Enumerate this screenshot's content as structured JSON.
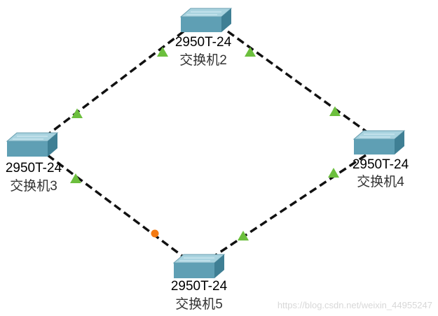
{
  "devices": [
    {
      "id": "s2",
      "model": "2950T-24",
      "name": "交换机2"
    },
    {
      "id": "s3",
      "model": "2950T-24",
      "name": "交换机3"
    },
    {
      "id": "s4",
      "model": "2950T-24",
      "name": "交换机4"
    },
    {
      "id": "s5",
      "model": "2950T-24",
      "name": "交换机5"
    }
  ],
  "links": [
    {
      "from": "s2",
      "to": "s3",
      "status_from": "up",
      "status_to": "up"
    },
    {
      "from": "s2",
      "to": "s4",
      "status_from": "up",
      "status_to": "up"
    },
    {
      "from": "s3",
      "to": "s5",
      "status_from": "up",
      "status_to": "blocking"
    },
    {
      "from": "s4",
      "to": "s5",
      "status_from": "up",
      "status_to": "up"
    }
  ],
  "colors": {
    "link_up": "#6cbf3d",
    "link_blocking": "#f47a12",
    "switch": "#5fa3b8"
  },
  "watermark": "https://blog.csdn.net/weixin_44955247"
}
